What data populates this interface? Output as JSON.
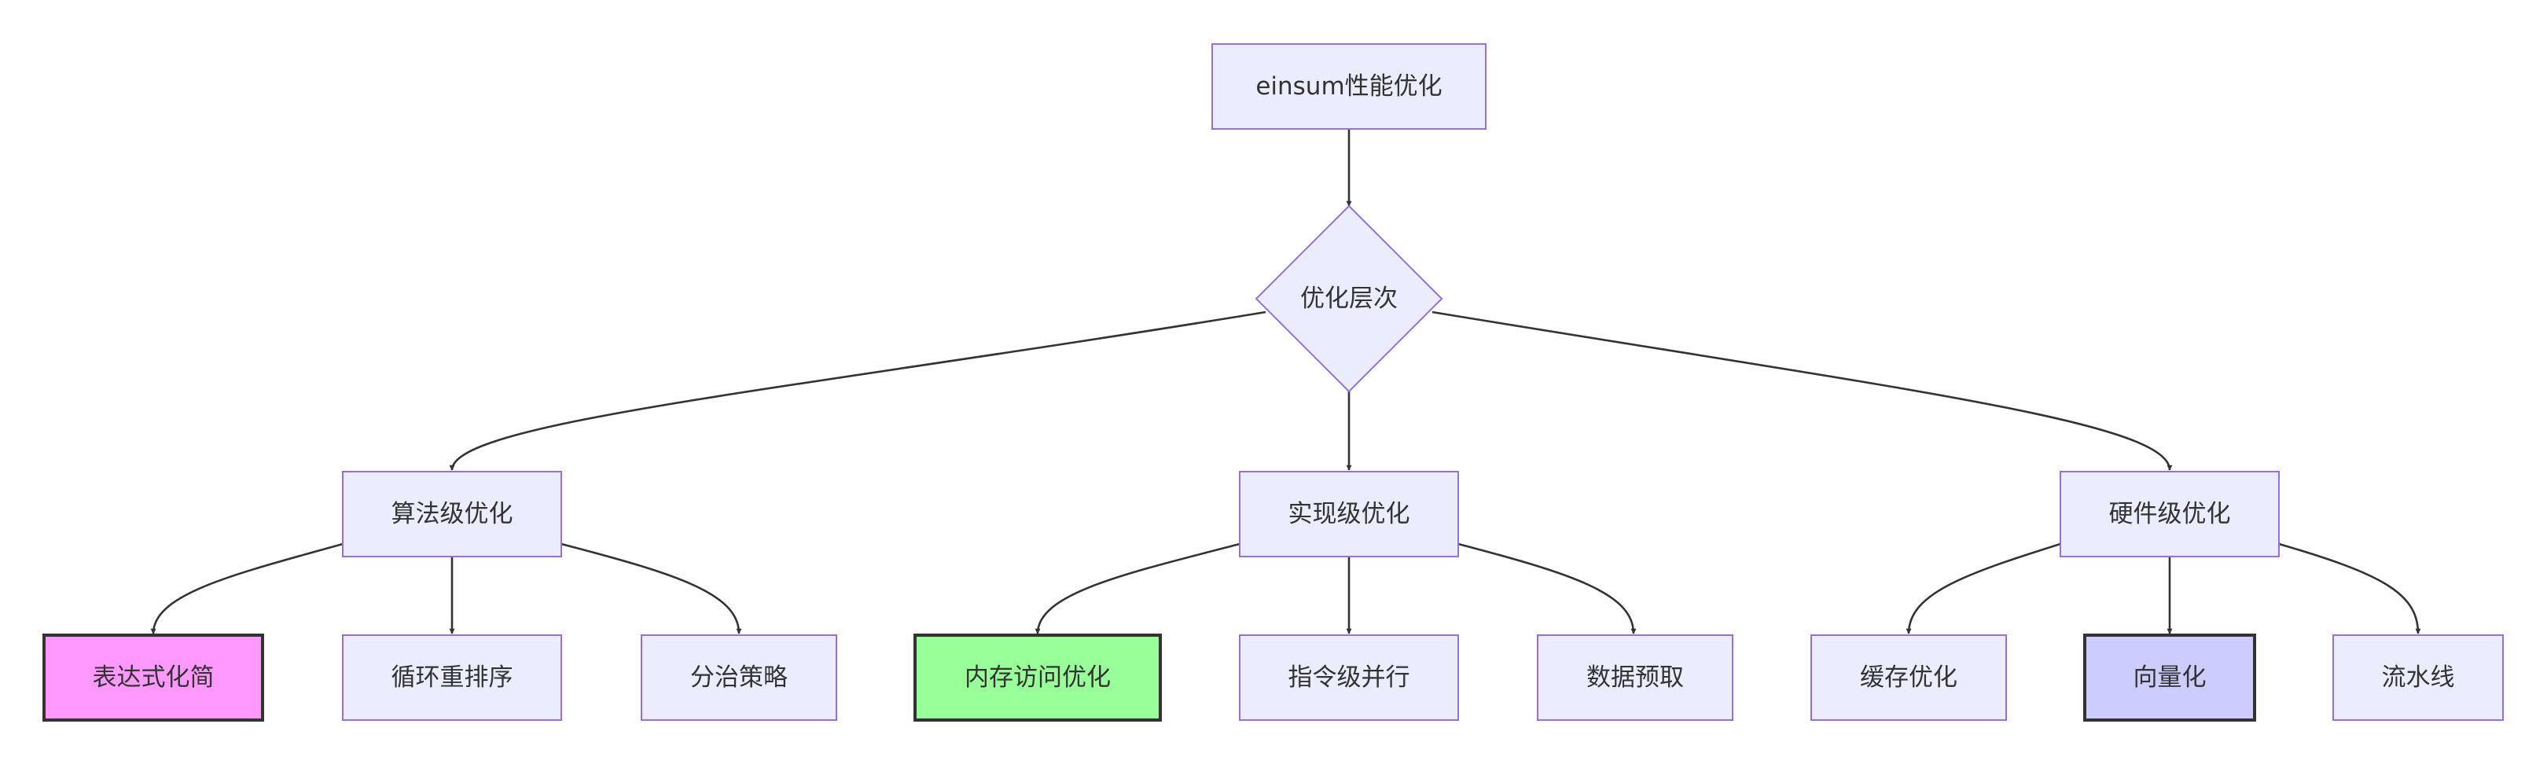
{
  "diagram": {
    "nodes": {
      "root": {
        "label": "einsum性能优化"
      },
      "decision": {
        "label": "优化层次"
      },
      "algo": {
        "label": "算法级优化"
      },
      "impl": {
        "label": "实现级优化"
      },
      "hw": {
        "label": "硬件级优化"
      },
      "expr": {
        "label": "表达式化简",
        "fill": "#FF99FF",
        "stroke": "#333333"
      },
      "loop": {
        "label": "循环重排序"
      },
      "divide": {
        "label": "分治策略"
      },
      "mem": {
        "label": "内存访问优化",
        "fill": "#99FF99",
        "stroke": "#333333"
      },
      "ilp": {
        "label": "指令级并行"
      },
      "prefetch": {
        "label": "数据预取"
      },
      "cache": {
        "label": "缓存优化"
      },
      "vector": {
        "label": "向量化",
        "fill": "#CCCCFF",
        "stroke": "#333333"
      },
      "pipeline": {
        "label": "流水线"
      }
    },
    "edges": [
      [
        "root",
        "decision"
      ],
      [
        "decision",
        "algo"
      ],
      [
        "decision",
        "impl"
      ],
      [
        "decision",
        "hw"
      ],
      [
        "algo",
        "expr"
      ],
      [
        "algo",
        "loop"
      ],
      [
        "algo",
        "divide"
      ],
      [
        "impl",
        "mem"
      ],
      [
        "impl",
        "ilp"
      ],
      [
        "impl",
        "prefetch"
      ],
      [
        "hw",
        "cache"
      ],
      [
        "hw",
        "vector"
      ],
      [
        "hw",
        "pipeline"
      ]
    ],
    "colors": {
      "node_fill": "#ECECFF",
      "node_stroke": "#9370DB",
      "edge": "#333333",
      "text": "#333333"
    }
  }
}
